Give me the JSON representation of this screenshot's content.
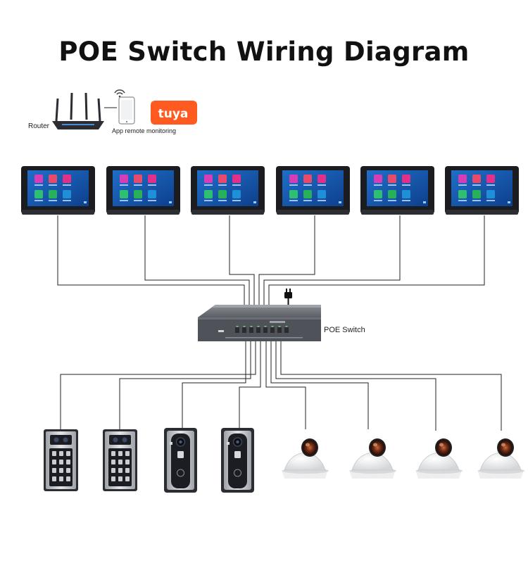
{
  "title": "POE Switch Wiring Diagram",
  "labels": {
    "router": "Router",
    "app": "App  remote monitoring",
    "tuya": "tuya",
    "switch": "POE Switch"
  },
  "monitor_count": 6,
  "keypad_station_count": 2,
  "card_station_count": 2,
  "camera_count": 4,
  "colors": {
    "wire": "#222222",
    "monitor_screen": "#1a5fb4",
    "tuya_orange": "#ff5a1f",
    "switch_body": "#5a5d63"
  }
}
